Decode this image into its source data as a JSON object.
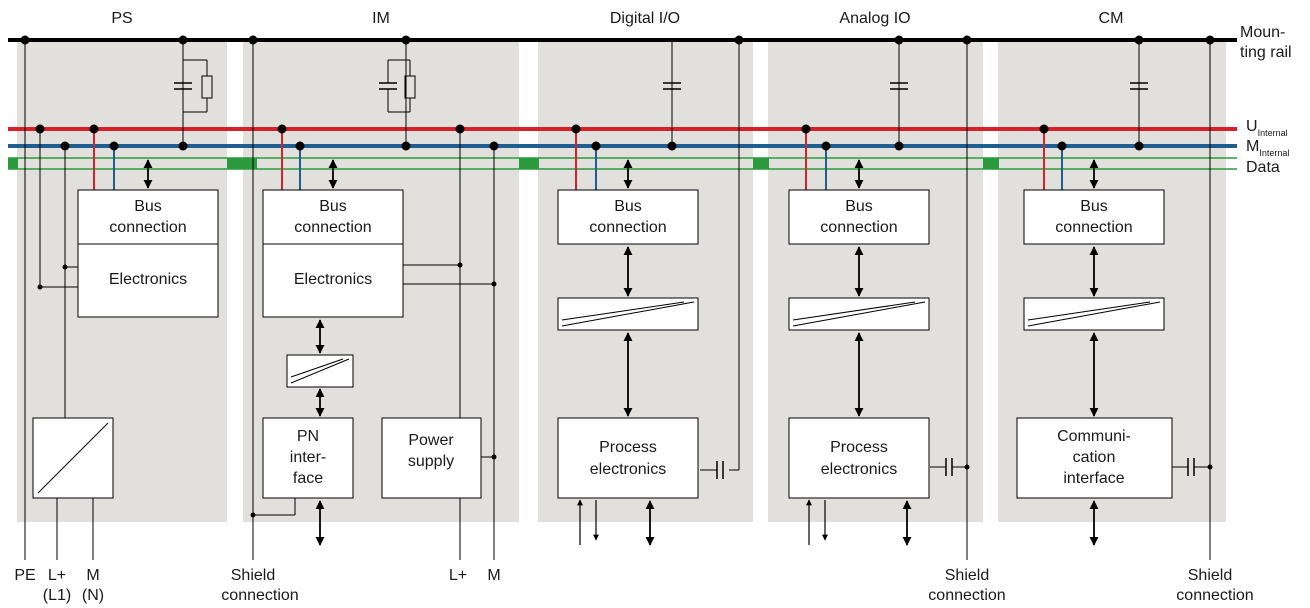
{
  "modules": {
    "ps": {
      "title": "PS"
    },
    "im": {
      "title": "IM"
    },
    "dio": {
      "title": "Digital I/O"
    },
    "aio": {
      "title": "Analog IO"
    },
    "cm": {
      "title": "CM"
    }
  },
  "rails": {
    "mounting": [
      "Moun-",
      "ting rail"
    ],
    "u_main": "U",
    "u_sub": "Internal",
    "m_main": "M",
    "m_sub": "Internal",
    "data": "Data"
  },
  "blocks": {
    "bus": [
      "Bus",
      "connection"
    ],
    "electronics": "Electronics",
    "pn": [
      "PN",
      "inter-",
      "face"
    ],
    "power": [
      "Power",
      "supply"
    ],
    "process": [
      "Process",
      "electronics"
    ],
    "comm": [
      "Communi-",
      "cation",
      "interface"
    ]
  },
  "terminals": {
    "pe": "PE",
    "lplus_top": "L+",
    "lplus_bottom": "(L1)",
    "m_top": "M",
    "m_bottom": "(N)",
    "shield": [
      "Shield",
      "connection"
    ],
    "im_lplus": "L+",
    "im_m": "M"
  },
  "colors": {
    "module_bg": "#e1e0dc",
    "u_internal": "#d6202a",
    "m_internal": "#1f5f8f",
    "data": "#2a9a3c",
    "mounting": "#000000"
  }
}
